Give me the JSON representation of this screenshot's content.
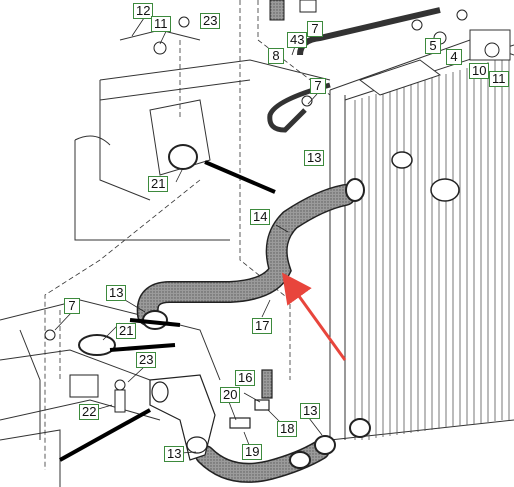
{
  "diagram": {
    "colors": {
      "callout_border": "#3d8a3d",
      "arrow": "#e8453c",
      "hose": "#8a8a8a",
      "line": "#222222"
    },
    "callouts": [
      {
        "id": "c12-top",
        "label": "12"
      },
      {
        "id": "c11-top",
        "label": "11"
      },
      {
        "id": "c23-top",
        "label": "23"
      },
      {
        "id": "c43",
        "label": "43"
      },
      {
        "id": "c7-top",
        "label": "7"
      },
      {
        "id": "c8",
        "label": "8"
      },
      {
        "id": "c5",
        "label": "5"
      },
      {
        "id": "c4",
        "label": "4"
      },
      {
        "id": "c10",
        "label": "10"
      },
      {
        "id": "c11-right",
        "label": "11"
      },
      {
        "id": "c7-mid",
        "label": "7"
      },
      {
        "id": "c13-upper",
        "label": "13"
      },
      {
        "id": "c21-upper",
        "label": "21"
      },
      {
        "id": "c14",
        "label": "14"
      },
      {
        "id": "c13-mid",
        "label": "13"
      },
      {
        "id": "c7-left",
        "label": "7"
      },
      {
        "id": "c21-lower",
        "label": "21"
      },
      {
        "id": "c17",
        "label": "17"
      },
      {
        "id": "c23-low",
        "label": "23"
      },
      {
        "id": "c16",
        "label": "16"
      },
      {
        "id": "c20",
        "label": "20"
      },
      {
        "id": "c22",
        "label": "22"
      },
      {
        "id": "c13-right",
        "label": "13"
      },
      {
        "id": "c18",
        "label": "18"
      },
      {
        "id": "c19",
        "label": "19"
      },
      {
        "id": "c13-bottom",
        "label": "13"
      }
    ]
  }
}
